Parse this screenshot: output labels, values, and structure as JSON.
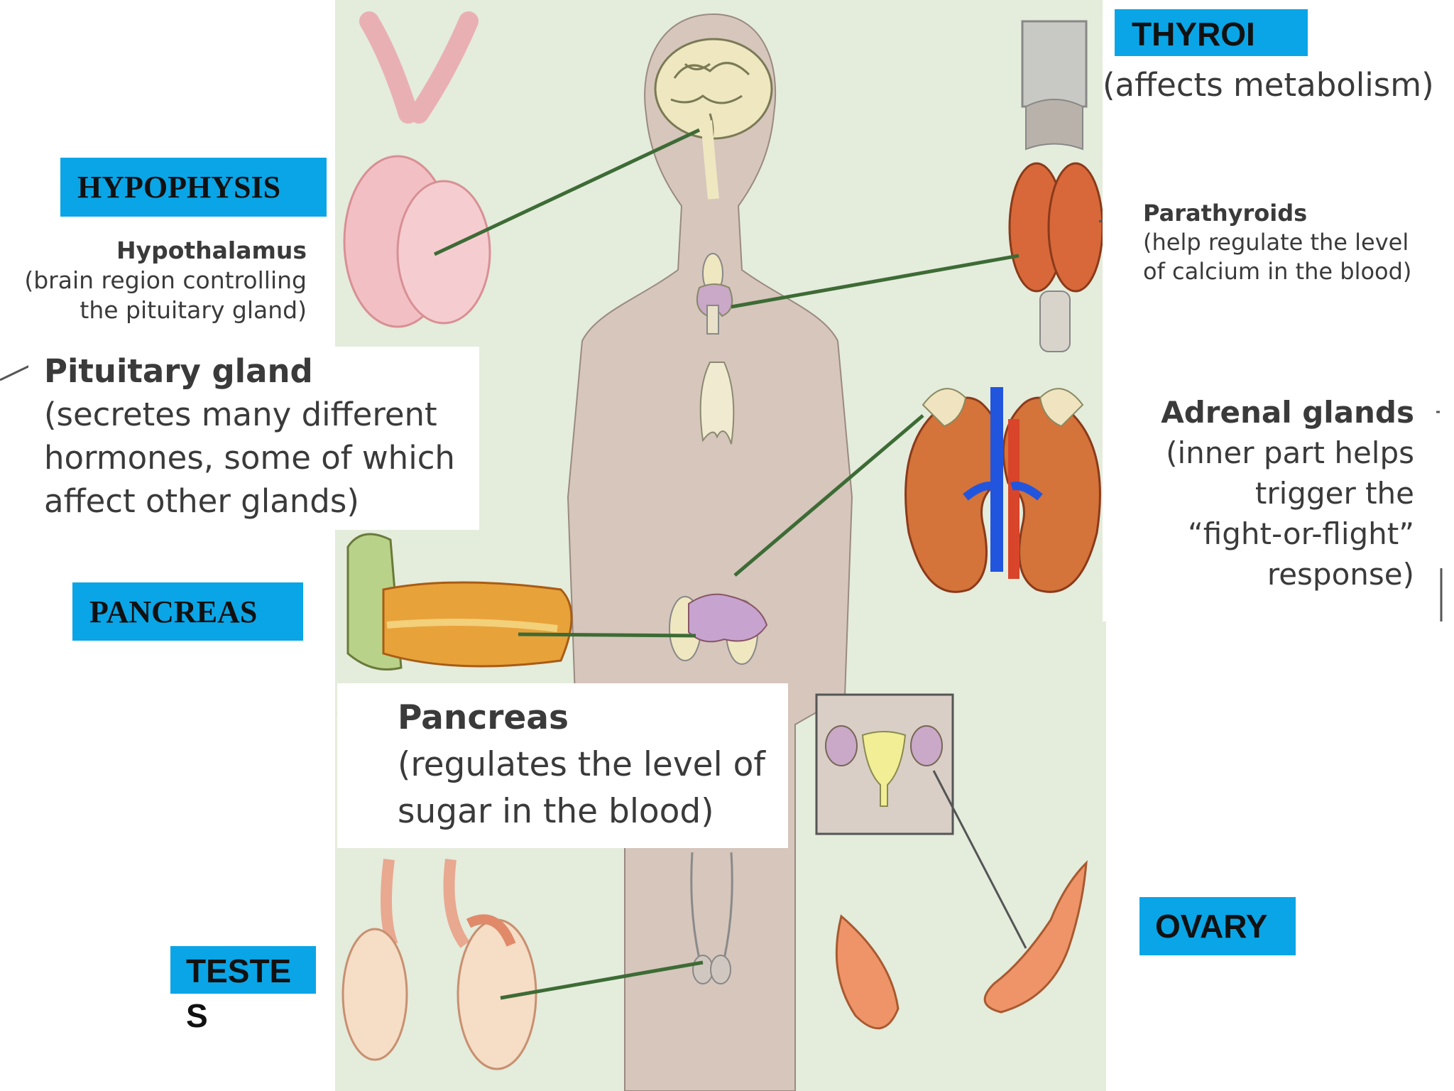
{
  "tags": {
    "hypophysis": "HYPOPHYSIS",
    "pancreas": "PANCREAS",
    "teste_line1": "TESTE",
    "teste_line2": "S",
    "thyroid": "THYROI",
    "ovary": "OVARY"
  },
  "labels": {
    "hypothalamus": {
      "title": "Hypothalamus",
      "lines": [
        "(brain region controlling",
        "the pituitary gland)"
      ]
    },
    "pituitary": {
      "title": "Pituitary gland",
      "lines": [
        "(secretes many different",
        "hormones, some of which",
        "affect other glands)"
      ]
    },
    "pancreas": {
      "title": "Pancreas",
      "lines": [
        "(regulates the level of",
        "sugar in the blood)"
      ]
    },
    "thyroid": {
      "lines": [
        "(affects metabolism)"
      ]
    },
    "parathyroids": {
      "title": "Parathyroids",
      "lines": [
        "(help regulate the level",
        "of calcium in the blood)"
      ]
    },
    "adrenal": {
      "title": "Adrenal glands",
      "lines": [
        "(inner part helps",
        "trigger the",
        "“fight-or-flight”",
        "response)"
      ]
    }
  },
  "colors": {
    "tag_bg": "#0aa5e6",
    "illustration_bg": "#e4ecdc",
    "body_silhouette": "#d6c6bc",
    "leader_line": "#3d6b35",
    "kidney": "#d4733a",
    "vein": "#2255dd",
    "artery": "#d8452a",
    "gland_pink": "#f2c0c4",
    "pancreas": "#e8a23a",
    "ovary": "#ee9468"
  }
}
